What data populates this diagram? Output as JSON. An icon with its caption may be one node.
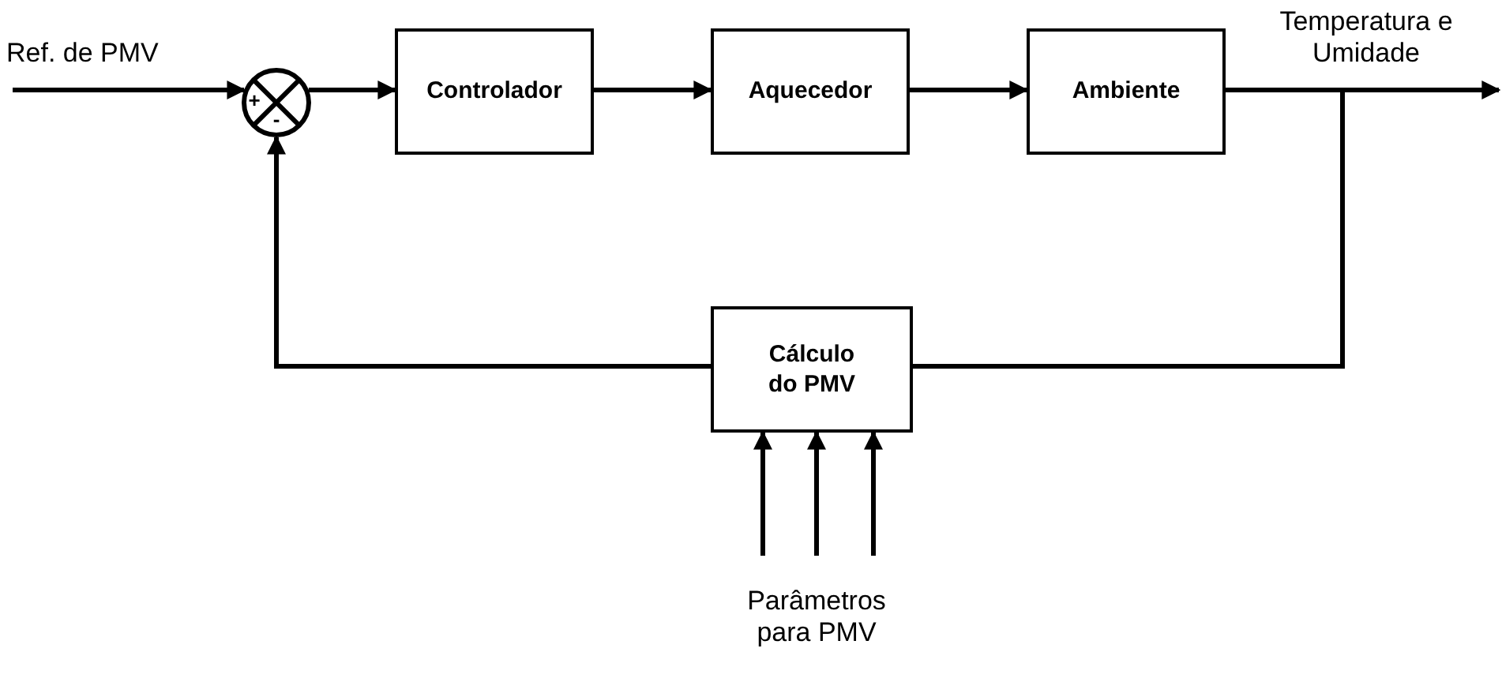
{
  "diagram": {
    "nodes": [
      {
        "text": [
          "+",
          "-"
        ]
      },
      {
        "text": [
          "Controlador"
        ]
      },
      {
        "text": [
          "Aquecedor"
        ]
      },
      {
        "text": [
          "Ambiente"
        ]
      },
      {
        "text": [
          "Cálculo do PMV"
        ]
      },
      {
        "text": [
          "Parâmetros para PMV"
        ]
      }
    ],
    "edges": [
      {
        "from": null,
        "to": 0,
        "arrow": "to",
        "label": "Ref. de PMV"
      },
      {
        "from": 0,
        "to": 1,
        "arrow": "to"
      },
      {
        "from": 1,
        "to": 2,
        "arrow": "to"
      },
      {
        "from": 2,
        "to": 3,
        "arrow": "to"
      },
      {
        "from": 3,
        "to": null,
        "arrow": "to",
        "label": "Temperatura e Umidade"
      },
      {
        "from": 3,
        "to": 4,
        "arrow": "none"
      },
      {
        "from": 4,
        "to": 0,
        "arrow": "to"
      },
      {
        "from": 5,
        "to": 4,
        "arrow": "to"
      },
      {
        "from": 5,
        "to": 4,
        "arrow": "to"
      },
      {
        "from": 5,
        "to": 4,
        "arrow": "to"
      }
    ]
  }
}
